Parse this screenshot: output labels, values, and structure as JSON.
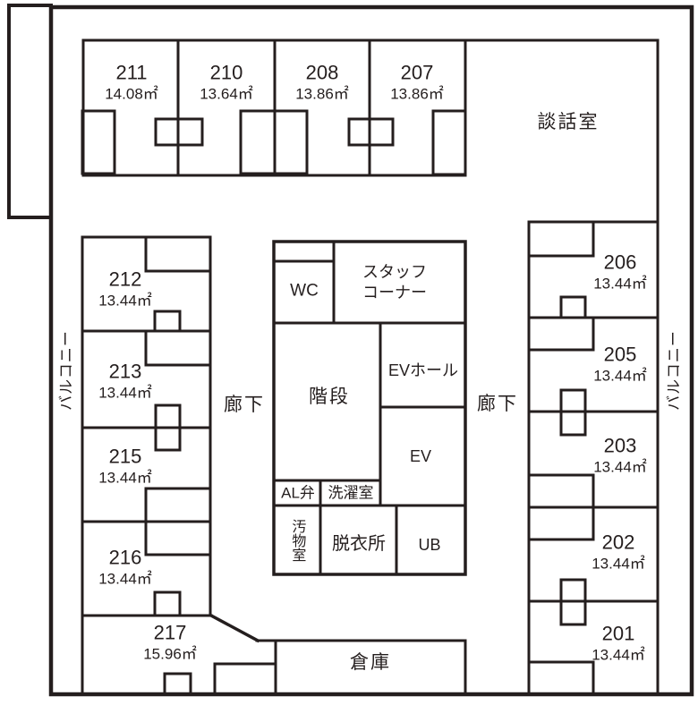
{
  "plan": {
    "colors": {
      "wall": "#241e1e",
      "background": "#ffffff"
    },
    "rooms": [
      {
        "number": "211",
        "area": "14.08㎡"
      },
      {
        "number": "210",
        "area": "13.64㎡"
      },
      {
        "number": "208",
        "area": "13.86㎡"
      },
      {
        "number": "207",
        "area": "13.86㎡"
      },
      {
        "number": "212",
        "area": "13.44㎡"
      },
      {
        "number": "213",
        "area": "13.44㎡"
      },
      {
        "number": "215",
        "area": "13.44㎡"
      },
      {
        "number": "216",
        "area": "13.44㎡"
      },
      {
        "number": "217",
        "area": "15.96㎡"
      },
      {
        "number": "206",
        "area": "13.44㎡"
      },
      {
        "number": "205",
        "area": "13.44㎡"
      },
      {
        "number": "203",
        "area": "13.44㎡"
      },
      {
        "number": "202",
        "area": "13.44㎡"
      },
      {
        "number": "201",
        "area": "13.44㎡"
      }
    ],
    "labels": {
      "lounge": "談話室",
      "wc": "WC",
      "staff_corner": "スタッフ\nコーナー",
      "stairs": "階段",
      "ev_hall": "EVホール",
      "ev": "EV",
      "al_valve": "AL弁",
      "laundry": "洗濯室",
      "soiled_room": "汚物室",
      "dressing_room": "脱衣所",
      "unit_bath": "UB",
      "storage": "倉庫",
      "corridor_left": "廊下",
      "corridor_right": "廊下",
      "balcony_left": "バルコニー",
      "balcony_right": "バルコニー"
    }
  }
}
